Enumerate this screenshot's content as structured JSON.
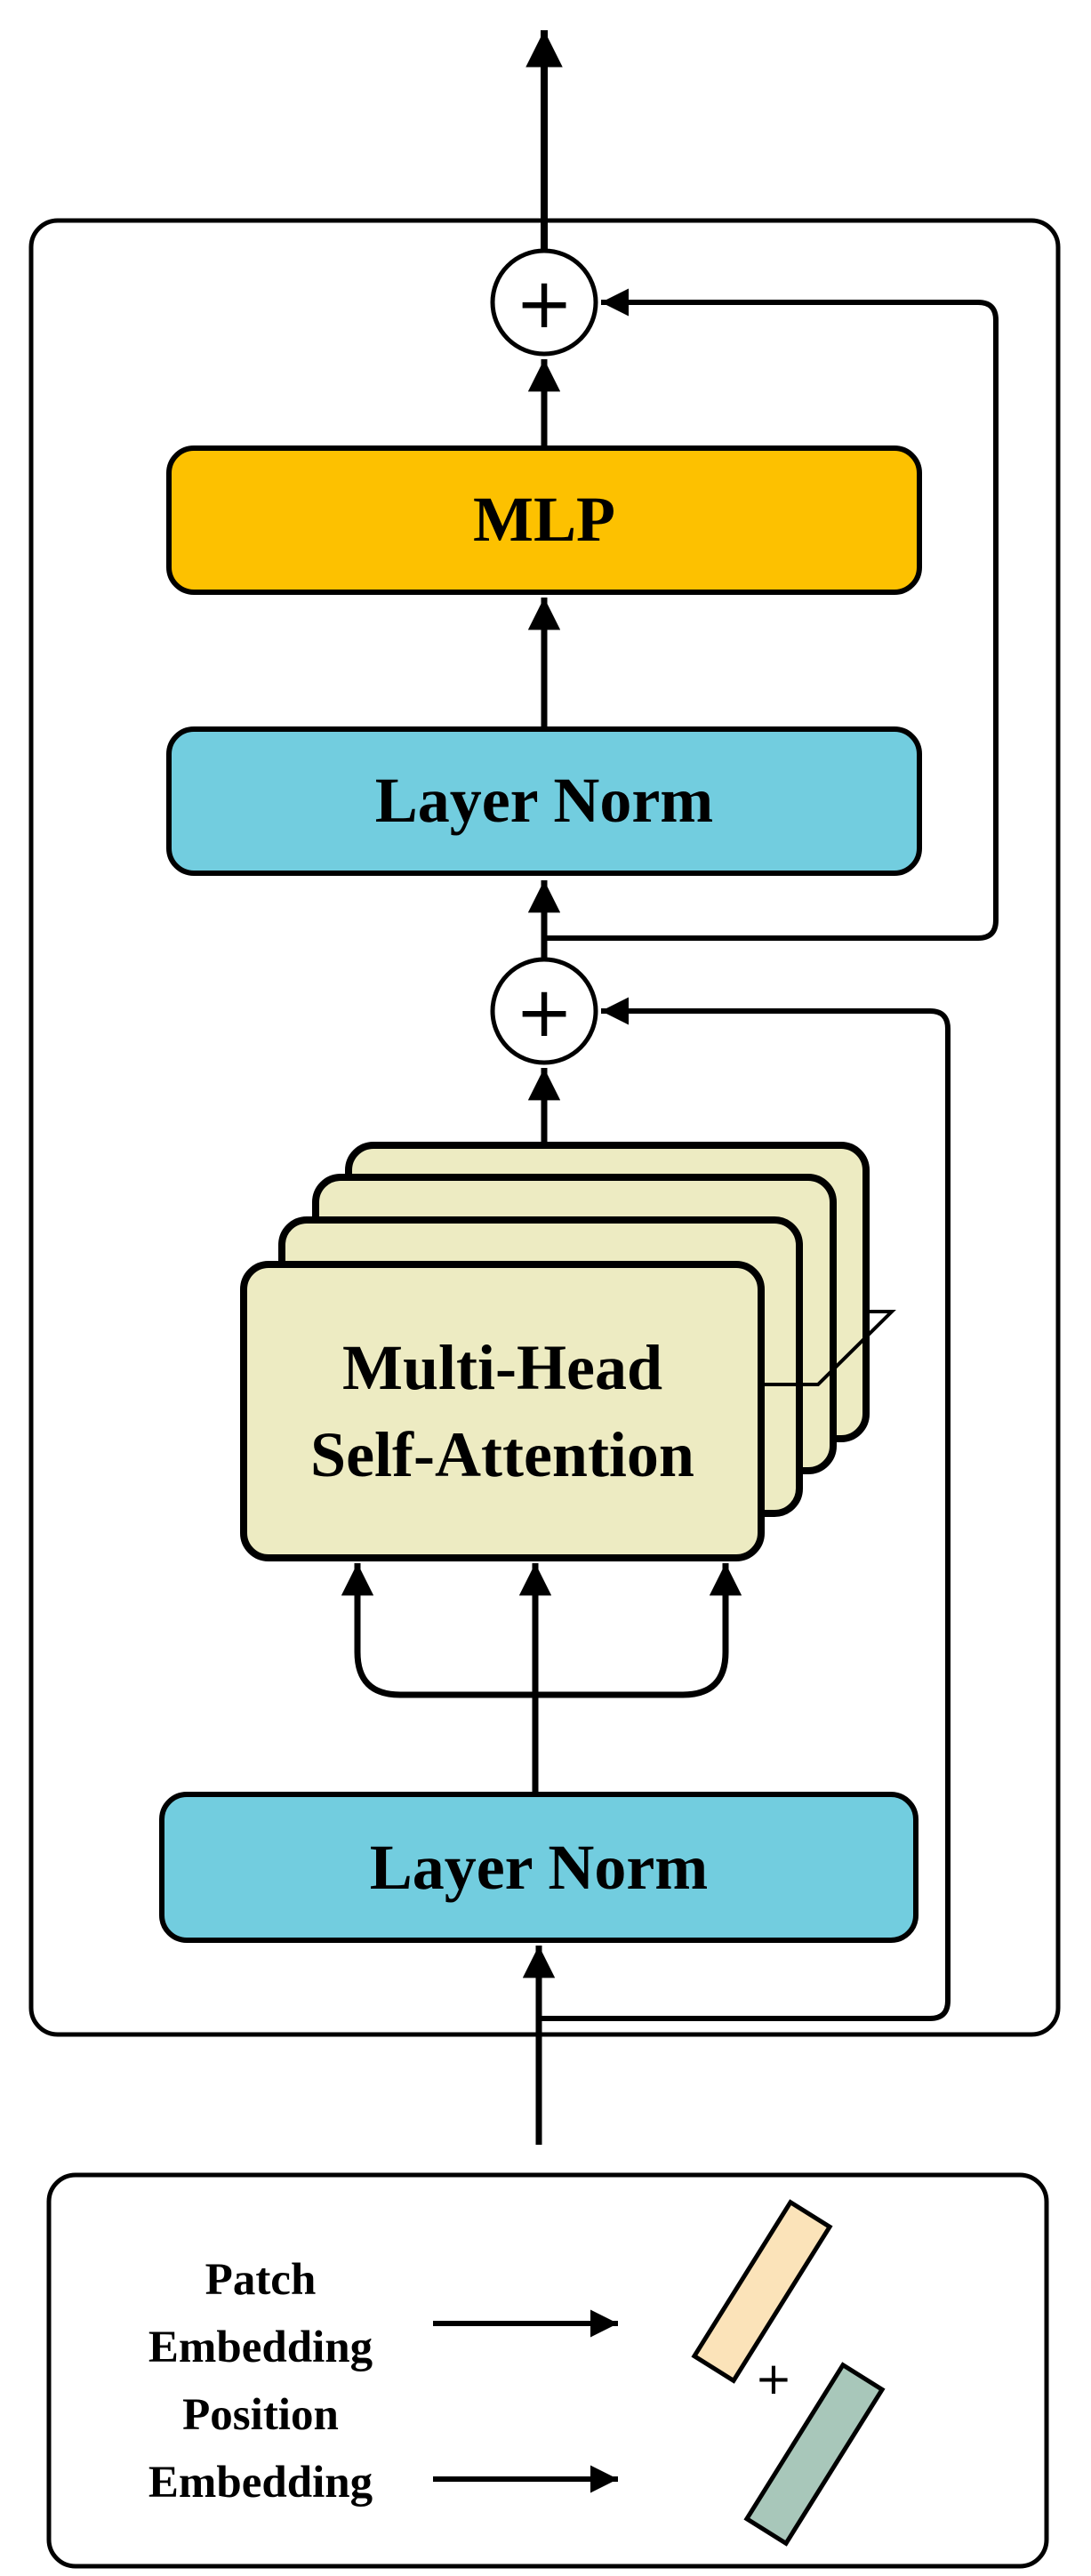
{
  "colors": {
    "mlp": "#FDC100",
    "layer_norm": "#72CDDF",
    "attention": "#EDEBC2",
    "patch_embedding_bar": "#FBE3B9",
    "position_embedding_bar": "#A8C7BA",
    "stroke": "#000000",
    "background": "#FFFFFF"
  },
  "encoder": {
    "mlp": {
      "label": "MLP"
    },
    "layer_norm_top": {
      "label": "Layer Norm"
    },
    "attention": {
      "line1": "Multi-Head",
      "line2": "Self-Attention",
      "stacked_heads": 4
    },
    "layer_norm_bottom": {
      "label": "Layer Norm"
    },
    "residual_add_symbol": "+"
  },
  "input": {
    "patch_line1": "Patch",
    "patch_line2": "Embedding",
    "position_line1": "Position",
    "position_line2": "Embedding",
    "combine_symbol": "+"
  }
}
